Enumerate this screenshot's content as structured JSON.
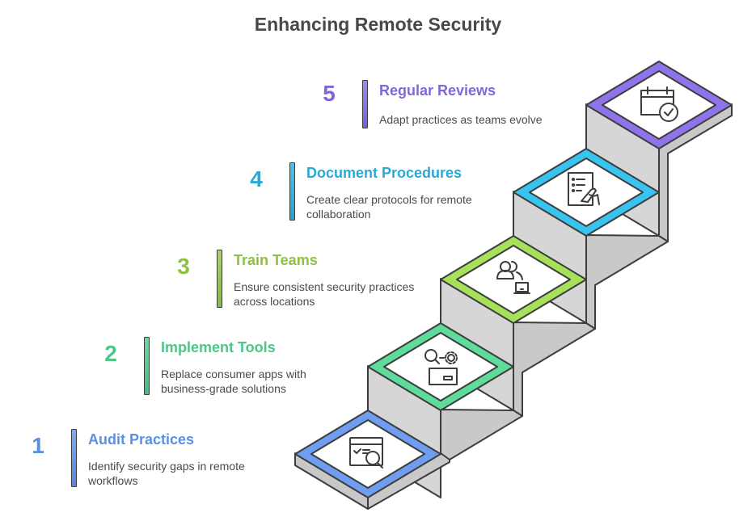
{
  "title": "Enhancing Remote Security",
  "steps": [
    {
      "number": "1",
      "title": "Audit Practices",
      "description": "Identify security gaps in remote workflows",
      "color": "#5b8fe3",
      "icon": "checklist-search-icon"
    },
    {
      "number": "2",
      "title": "Implement Tools",
      "description": "Replace consumer apps with business-grade solutions",
      "color": "#4cc78a",
      "icon": "tools-search-gear-icon"
    },
    {
      "number": "3",
      "title": "Train Teams",
      "description": "Ensure consistent security practices across locations",
      "color": "#8dc043",
      "icon": "team-laptop-icon"
    },
    {
      "number": "4",
      "title": "Document Procedures",
      "description": "Create clear protocols for remote collaboration",
      "color": "#2aa8d8",
      "icon": "document-sign-icon"
    },
    {
      "number": "5",
      "title": "Regular Reviews",
      "description": "Adapt practices as teams evolve",
      "color": "#8266d9",
      "icon": "calendar-check-icon"
    }
  ],
  "colors": {
    "title": "#484848",
    "text": "#4a4a4a",
    "step_side": "#d4d4d4",
    "outline": "#3d3d3d",
    "ring_1": "#6f9ef0",
    "ring_2": "#5fdc9c",
    "ring_3": "#a7e05a",
    "ring_4": "#39c4f0",
    "ring_5": "#8f73eb"
  }
}
